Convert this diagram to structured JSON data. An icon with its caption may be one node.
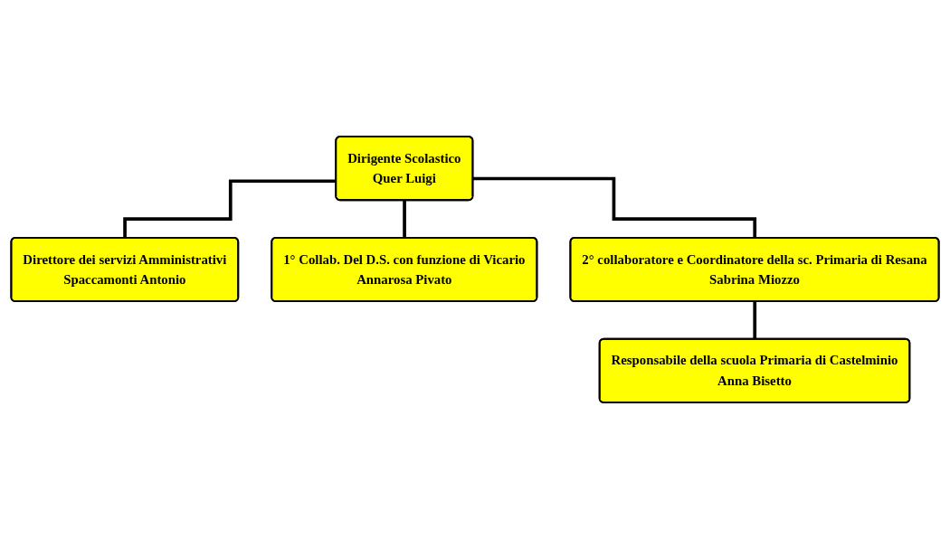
{
  "diagram": {
    "nodes": [
      {
        "text": [
          "Dirigente Scolastico",
          "Quer Luigi"
        ]
      },
      {
        "text": [
          "Direttore dei servizi Amministrativi",
          "Spaccamonti Antonio"
        ]
      },
      {
        "text": [
          "1° Collab. Del D.S. con funzione di Vicario",
          "Annarosa Pivato"
        ]
      },
      {
        "text": [
          "2° collaboratore e Coordinatore della sc. Primaria di Resana",
          "Sabrina Miozzo"
        ]
      },
      {
        "text": [
          "Responsabile della scuola Primaria di Castelminio",
          "Anna Bisetto"
        ]
      }
    ],
    "edges": [
      {
        "from": 0,
        "to": 1,
        "arrow": "none"
      },
      {
        "from": 0,
        "to": 2,
        "arrow": "none"
      },
      {
        "from": 0,
        "to": 3,
        "arrow": "none"
      },
      {
        "from": 3,
        "to": 4,
        "arrow": "none"
      }
    ]
  }
}
